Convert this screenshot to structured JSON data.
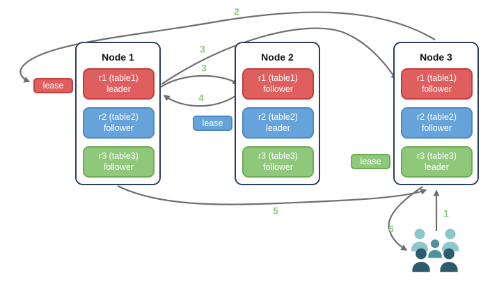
{
  "diagram": {
    "description": "Three-node replication diagram with leaseholders and numbered request flow",
    "nodes": [
      {
        "title": "Node 1",
        "replicas": [
          {
            "name": "r1 (table1)",
            "role": "leader",
            "color": "red"
          },
          {
            "name": "r2 (table2)",
            "role": "follower",
            "color": "blue"
          },
          {
            "name": "r3 (table3)",
            "role": "follower",
            "color": "green"
          }
        ]
      },
      {
        "title": "Node 2",
        "replicas": [
          {
            "name": "r1 (table1)",
            "role": "follower",
            "color": "red"
          },
          {
            "name": "r2 (table2)",
            "role": "leader",
            "color": "blue"
          },
          {
            "name": "r3 (table3)",
            "role": "follower",
            "color": "green"
          }
        ]
      },
      {
        "title": "Node 3",
        "replicas": [
          {
            "name": "r1 (table1)",
            "role": "follower",
            "color": "red"
          },
          {
            "name": "r2 (table2)",
            "role": "follower",
            "color": "blue"
          },
          {
            "name": "r3 (table3)",
            "role": "leader",
            "color": "green"
          }
        ]
      }
    ],
    "leases": [
      {
        "label": "lease",
        "color": "red"
      },
      {
        "label": "lease",
        "color": "blue"
      },
      {
        "label": "lease",
        "color": "green"
      }
    ],
    "steps": [
      {
        "text": "1"
      },
      {
        "text": "2"
      },
      {
        "text": "3"
      },
      {
        "text": "3"
      },
      {
        "text": "4"
      },
      {
        "text": "5"
      },
      {
        "text": "6"
      }
    ],
    "icons": {
      "users": "users-icon"
    },
    "colors": {
      "node_border": "#2b3e63",
      "red_fill": "#df5f5f",
      "red_border": "#c43e3e",
      "blue_fill": "#67a3db",
      "blue_border": "#4d89c5",
      "green_fill": "#8fc87b",
      "green_border": "#6cac52",
      "arrow": "#6e6e6e",
      "step_label": "#8bc878",
      "users_light": "#8ec7c9",
      "users_mid": "#4f929b",
      "users_dark": "#2d5b6d"
    }
  }
}
